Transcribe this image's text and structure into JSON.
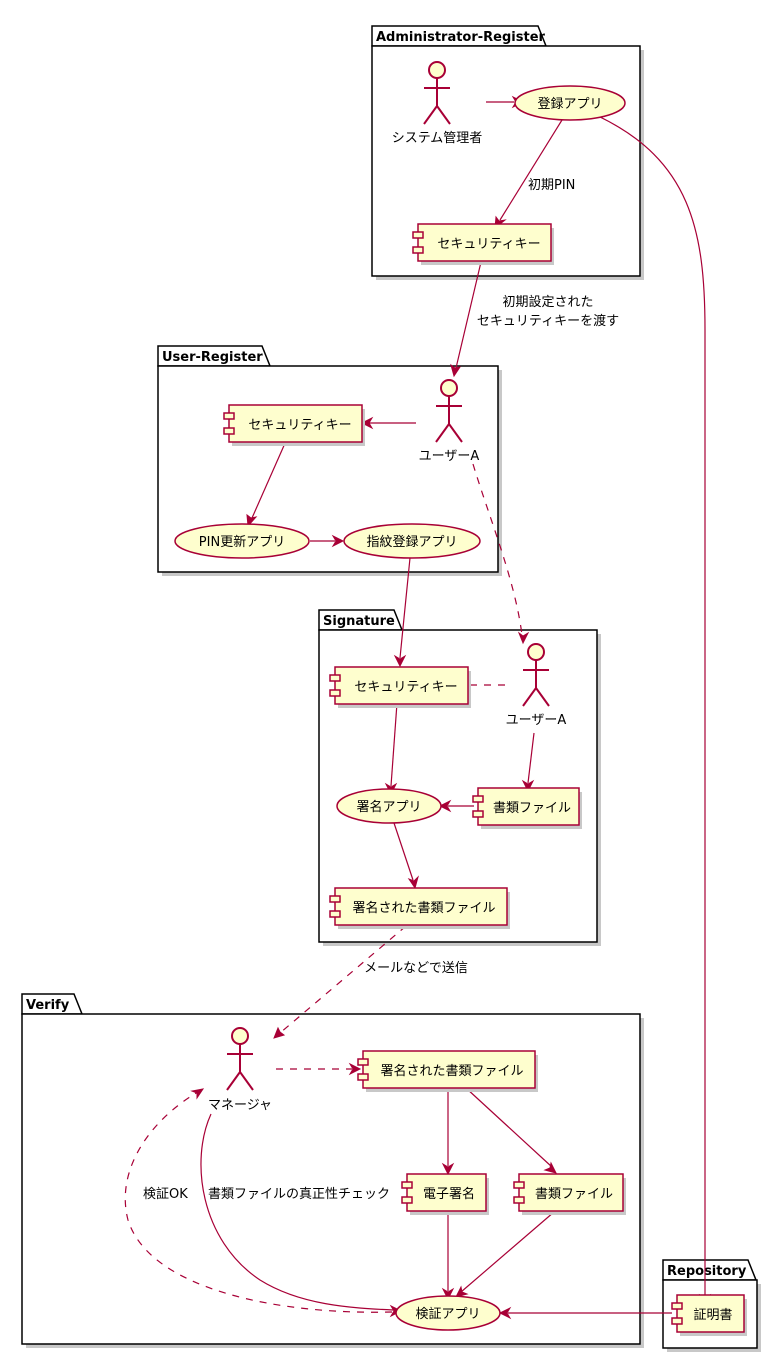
{
  "packages": {
    "admin": "Administrator-Register",
    "user": "User-Register",
    "signature": "Signature",
    "verify": "Verify",
    "repository": "Repository"
  },
  "nodes": {
    "sysadmin": "システム管理者",
    "register_app": "登録アプリ",
    "seckey_admin": "セキュリティキー",
    "userA_reg": "ユーザーA",
    "seckey_user": "セキュリティキー",
    "pin_app": "PIN更新アプリ",
    "finger_app": "指紋登録アプリ",
    "seckey_sig": "セキュリティキー",
    "userA_sig": "ユーザーA",
    "sign_app": "署名アプリ",
    "doc_sig": "書類ファイル",
    "signed_doc_sig": "署名された書類ファイル",
    "manager": "マネージャ",
    "signed_doc_ver": "署名された書類ファイル",
    "esign": "電子署名",
    "doc_ver": "書類ファイル",
    "verify_app": "検証アプリ",
    "cert": "証明書"
  },
  "edge_labels": {
    "initial_pin": "初期PIN",
    "handover_line1": "初期設定された",
    "handover_line2": "セキュリティキーを渡す",
    "send_mail": "メールなどで送信",
    "verify_ok": "検証OK",
    "authenticity_check": "書類ファイルの真正性チェック"
  },
  "colors": {
    "node_fill": "#FEFECE",
    "node_border": "#A80036",
    "edge": "#A80036"
  }
}
